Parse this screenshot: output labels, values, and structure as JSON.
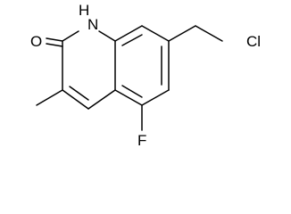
{
  "atom_labels": {
    "nh": "H",
    "n": "N",
    "o": "O",
    "cl": "Cl",
    "f": "F"
  }
}
